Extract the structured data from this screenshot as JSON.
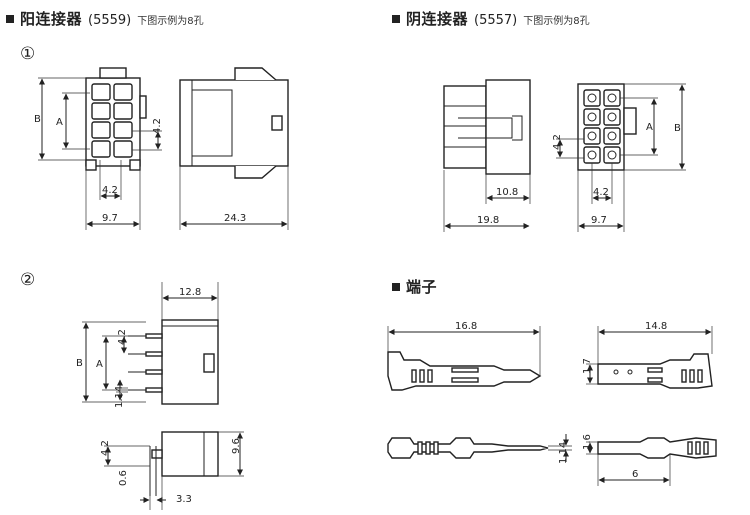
{
  "headers": {
    "male": {
      "title": "阳连接器",
      "part": "(5559)",
      "sub": "下图示例为8孔"
    },
    "female": {
      "title": "阴连接器",
      "part": "(5557)",
      "sub": "下图示例为8孔"
    },
    "terminal": {
      "title": "端子"
    }
  },
  "markers": {
    "one": "①",
    "two": "②"
  },
  "dims": {
    "m_B": "B",
    "m_A": "A",
    "m_42": "4.2",
    "m_42b": "4.2",
    "m_97": "9.7",
    "m_243": "24.3",
    "f_42": "4.2",
    "f_108": "10.8",
    "f_198": "19.8",
    "f_A": "A",
    "f_B": "B",
    "f_42b": "4.2",
    "f_97": "9.7",
    "s2_128": "12.8",
    "s2_B": "B",
    "s2_A": "A",
    "s2_42": "4.2",
    "s2_114": "1.14",
    "s2_42b": "4.2",
    "s2_06": "0.6",
    "s2_33": "3.3",
    "s2_96": "9.6",
    "t_168": "16.8",
    "t_148": "14.8",
    "t_17": "1.7",
    "t_114": "1.14",
    "t_16": "1.6",
    "t_6": "6"
  }
}
